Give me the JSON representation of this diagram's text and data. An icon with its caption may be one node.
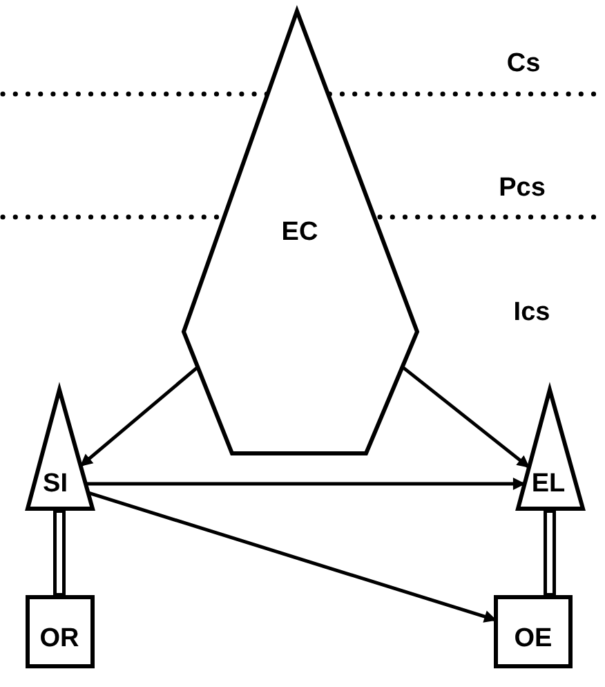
{
  "diagram": {
    "nodes": [
      {
        "text": [
          "EC"
        ]
      },
      {
        "text": [
          "SI"
        ]
      },
      {
        "text": [
          "EL"
        ]
      },
      {
        "text": [
          "OR"
        ]
      },
      {
        "text": [
          "OE"
        ]
      }
    ],
    "edges": [
      {
        "from": 0,
        "to": 1,
        "arrow": "to"
      },
      {
        "from": 0,
        "to": 2,
        "arrow": "to"
      },
      {
        "from": 1,
        "to": 2,
        "arrow": "to"
      },
      {
        "from": 1,
        "to": 4,
        "arrow": "to"
      },
      {
        "from": 1,
        "to": 3,
        "arrow": "none",
        "style": "thick"
      },
      {
        "from": 2,
        "to": 4,
        "arrow": "none",
        "style": "thick"
      }
    ],
    "labels": [
      "Cs",
      "Pcs",
      "Ics"
    ]
  }
}
